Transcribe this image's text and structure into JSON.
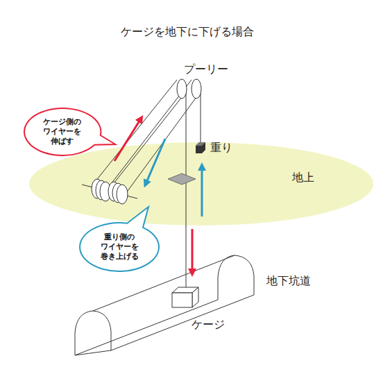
{
  "diagram": {
    "title": "ケージを地下に下げる場合",
    "nodes": [
      {
        "text": [
          "ケージ側の ワイヤーを 伸ばす"
        ]
      },
      {
        "text": [
          "重り側の ワイヤーを 巻き上げる"
        ]
      }
    ],
    "labels": [
      "プーリー",
      "重り",
      "地上",
      "地下坑道",
      "ケージ"
    ]
  }
}
